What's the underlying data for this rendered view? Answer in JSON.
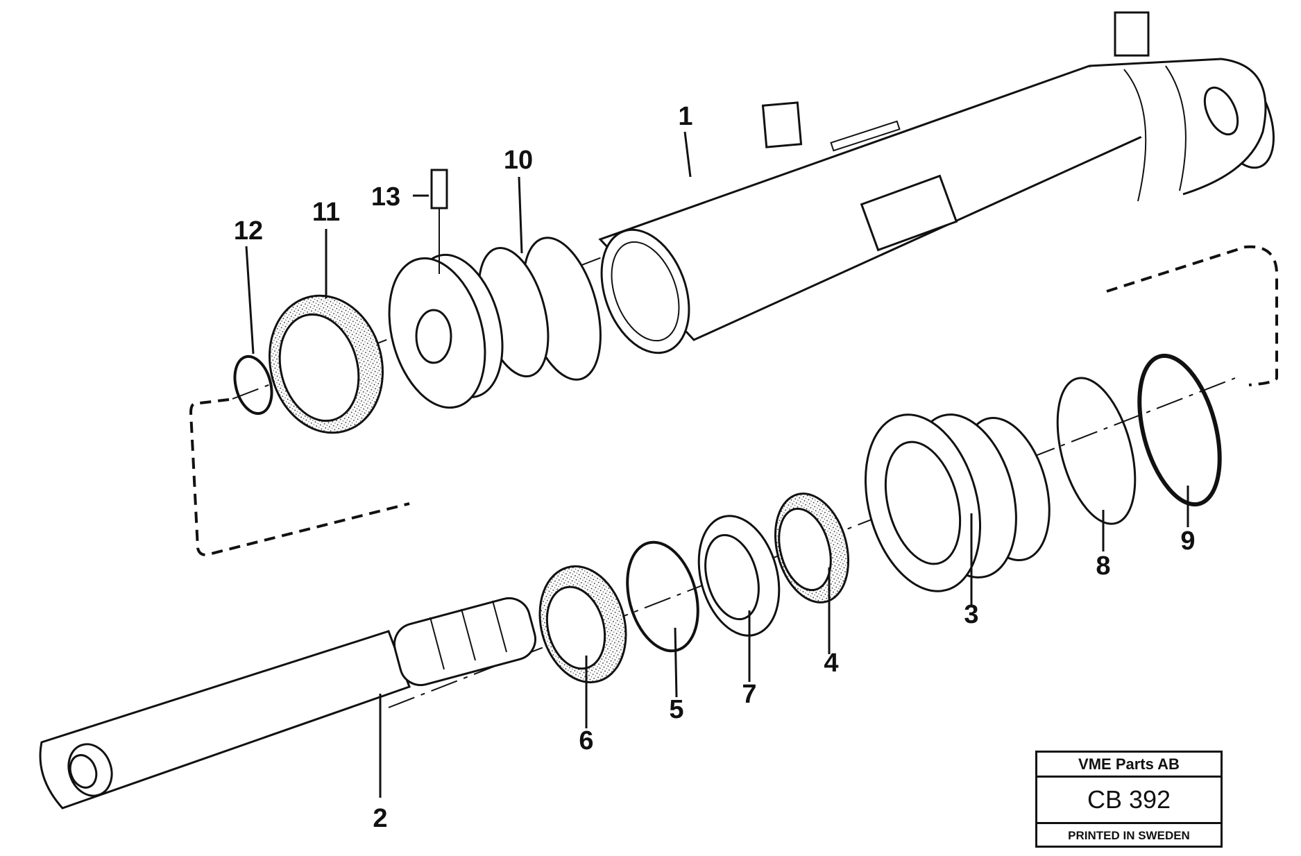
{
  "diagram": {
    "callouts": [
      "1",
      "2",
      "3",
      "4",
      "5",
      "6",
      "7",
      "8",
      "9",
      "10",
      "11",
      "12",
      "13"
    ]
  },
  "stamp": {
    "company": "VME Parts AB",
    "code": "CB 392",
    "printed": "PRINTED IN SWEDEN"
  }
}
